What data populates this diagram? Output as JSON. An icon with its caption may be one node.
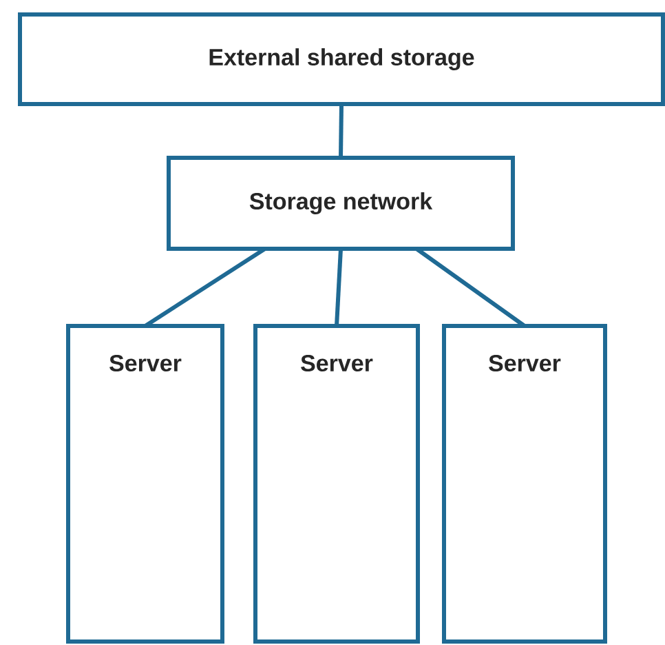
{
  "diagram": {
    "nodes": [
      {
        "text": [
          "External shared storage"
        ]
      },
      {
        "text": [
          "Storage network"
        ]
      },
      {
        "text": [
          "Server"
        ]
      },
      {
        "text": [
          "Server"
        ]
      },
      {
        "text": [
          "Server"
        ]
      }
    ],
    "edges": [
      {
        "from": 0,
        "to": 1,
        "arrow": "none"
      },
      {
        "from": 1,
        "to": 2,
        "arrow": "none"
      },
      {
        "from": 1,
        "to": 3,
        "arrow": "none"
      },
      {
        "from": 1,
        "to": 4,
        "arrow": "none"
      }
    ]
  }
}
